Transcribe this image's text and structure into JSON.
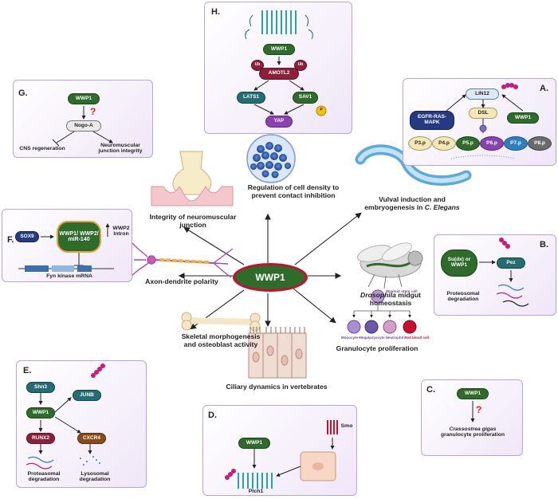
{
  "center": {
    "label": "WWP1"
  },
  "functions": {
    "density": "Regulation of cell density to prevent contact inhibition",
    "vulval_a": "Vulval induction and",
    "vulval_b": "embryogenesis in",
    "vulval_c": "C. Elegans",
    "nmj": "Integrity of neuromuscular junction",
    "axon": "Axon-dendrite polarity",
    "droso_a": "Drosophila",
    "droso_b": " midgut",
    "droso_c": "homeostasis",
    "skeletal": "Skeletal morphogenesis and osteoblast activity",
    "ciliary": "Ciliary dynamics in vertebrates",
    "granulocyte": "Granulocyte proliferation"
  },
  "panelH": {
    "label": "H.",
    "wwp1": "WWP1",
    "ub1": "Ub",
    "ub2": "Ub",
    "amotl2": "AMOTL2",
    "lats1": "LATS1",
    "sav1": "SAV1",
    "yap": "YAP",
    "p": "P"
  },
  "panelA": {
    "label": "A.",
    "lin12": "LIN12",
    "egfr": "EGFR-RAS-MAPK",
    "dsl": "DSL",
    "wwp1": "WWP1",
    "cells": [
      "P3.p",
      "P4.p",
      "P5.p",
      "P6.p",
      "P7.p",
      "P8.p"
    ],
    "cell_colors": [
      "#f4e7b3",
      "#f4e7b3",
      "#2f6b2a",
      "#8b41b0",
      "#2c7fc0",
      "#6b6b6b"
    ]
  },
  "panelG": {
    "label": "G.",
    "wwp1": "WWP1",
    "q": "?",
    "nogo": "Nogo-A",
    "cns": "CNS regeneration",
    "nmj": "Neuromuscular junction integrity"
  },
  "panelF": {
    "label": "F.",
    "sox9": "SOX9",
    "complex": "WWP1/ WWP2/ miR-140",
    "intron": "WWP2 Intron",
    "fyn": "Fyn kinase mRNA"
  },
  "panelB": {
    "label": "B.",
    "sudx": "Su(dx) or WWP1",
    "pez": "Pez",
    "deg": "Proteosomal degradation"
  },
  "panelE": {
    "label": "E.",
    "shn3": "Shn3",
    "junb": "JUNB",
    "wwp1": "WWP1",
    "runx2": "RUNX2",
    "cxcr4": "CXCR4",
    "prot": "Proteasomal degradation",
    "lyso": "Lysosomal degradation"
  },
  "panelC": {
    "label": "C.",
    "wwp1": "WWP1",
    "q": "?",
    "species": "Crassostrea gigas",
    "text": "granulocyte proliferation"
  },
  "panelD": {
    "label": "D.",
    "wwp1": "WWP1",
    "smo": "Smo",
    "ptch1": "Ptch1"
  },
  "granulo": {
    "stem": "Myeloid stem cell",
    "cells": [
      "Monocyte",
      "Megakaryocyte",
      "Neutrophil",
      "Red blood cell"
    ]
  },
  "colors": {
    "panel_border": "#b9a6cf",
    "panel_bg": "#efe6f7",
    "center_red": "#c8102e",
    "center_green": "#2f6b2a"
  }
}
